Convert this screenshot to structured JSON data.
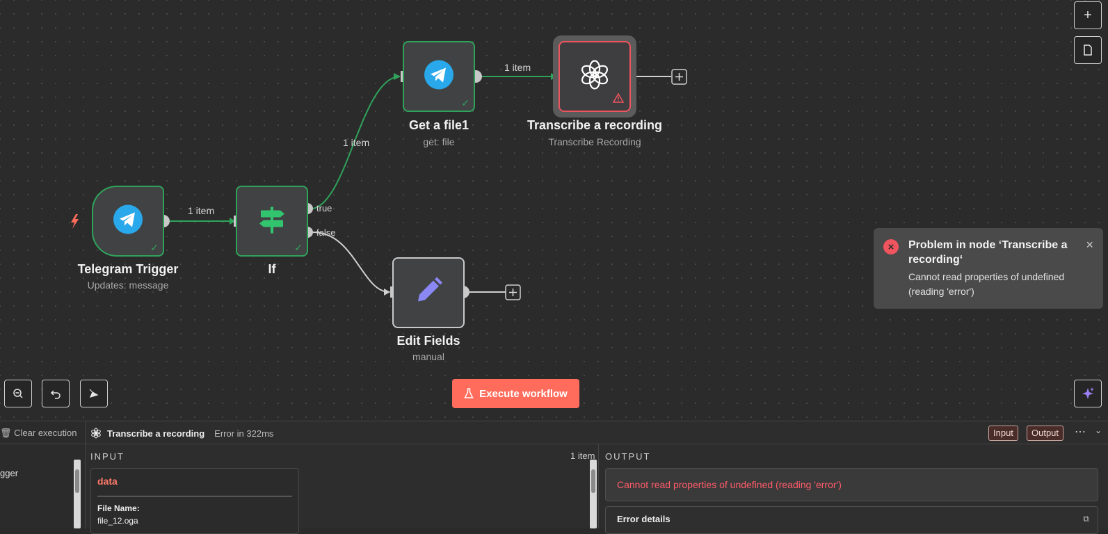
{
  "nodes": {
    "telegram_trigger": {
      "title": "Telegram Trigger",
      "subtitle": "Updates: message"
    },
    "if": {
      "title": "If",
      "true_label": "true",
      "false_label": "false"
    },
    "get_file": {
      "title": "Get a file1",
      "subtitle": "get: file"
    },
    "transcribe": {
      "title": "Transcribe a recording",
      "subtitle": "Transcribe Recording"
    },
    "edit_fields": {
      "title": "Edit Fields",
      "subtitle": "manual"
    }
  },
  "edges": {
    "trigger_to_if": "1 item",
    "if_to_getfile": "1 item",
    "getfile_to_transcribe": "1 item"
  },
  "toolbar": {
    "execute_label": "Execute workflow"
  },
  "toast": {
    "title": "Problem in node ‘Transcribe a recording‘",
    "message": "Cannot read properties of undefined (reading 'error')"
  },
  "panel": {
    "clear_execution": "Clear execution",
    "node_name": "Transcribe a recording",
    "status": "Error in 322ms",
    "input_tab": "Input",
    "output_tab": "Output",
    "input_heading": "INPUT",
    "input_count": "1 item",
    "left_item": "gger",
    "data_label": "data",
    "file_name_label": "File Name:",
    "file_name_value": "file_12.oga",
    "output_heading": "OUTPUT",
    "output_error": "Cannot read properties of undefined (reading 'error')",
    "error_details": "Error details"
  },
  "colors": {
    "success": "#2fa35b",
    "error": "#f0545e",
    "execute": "#ff6c5c",
    "telegram": "#29a9eb",
    "edit": "#8b87f5"
  }
}
